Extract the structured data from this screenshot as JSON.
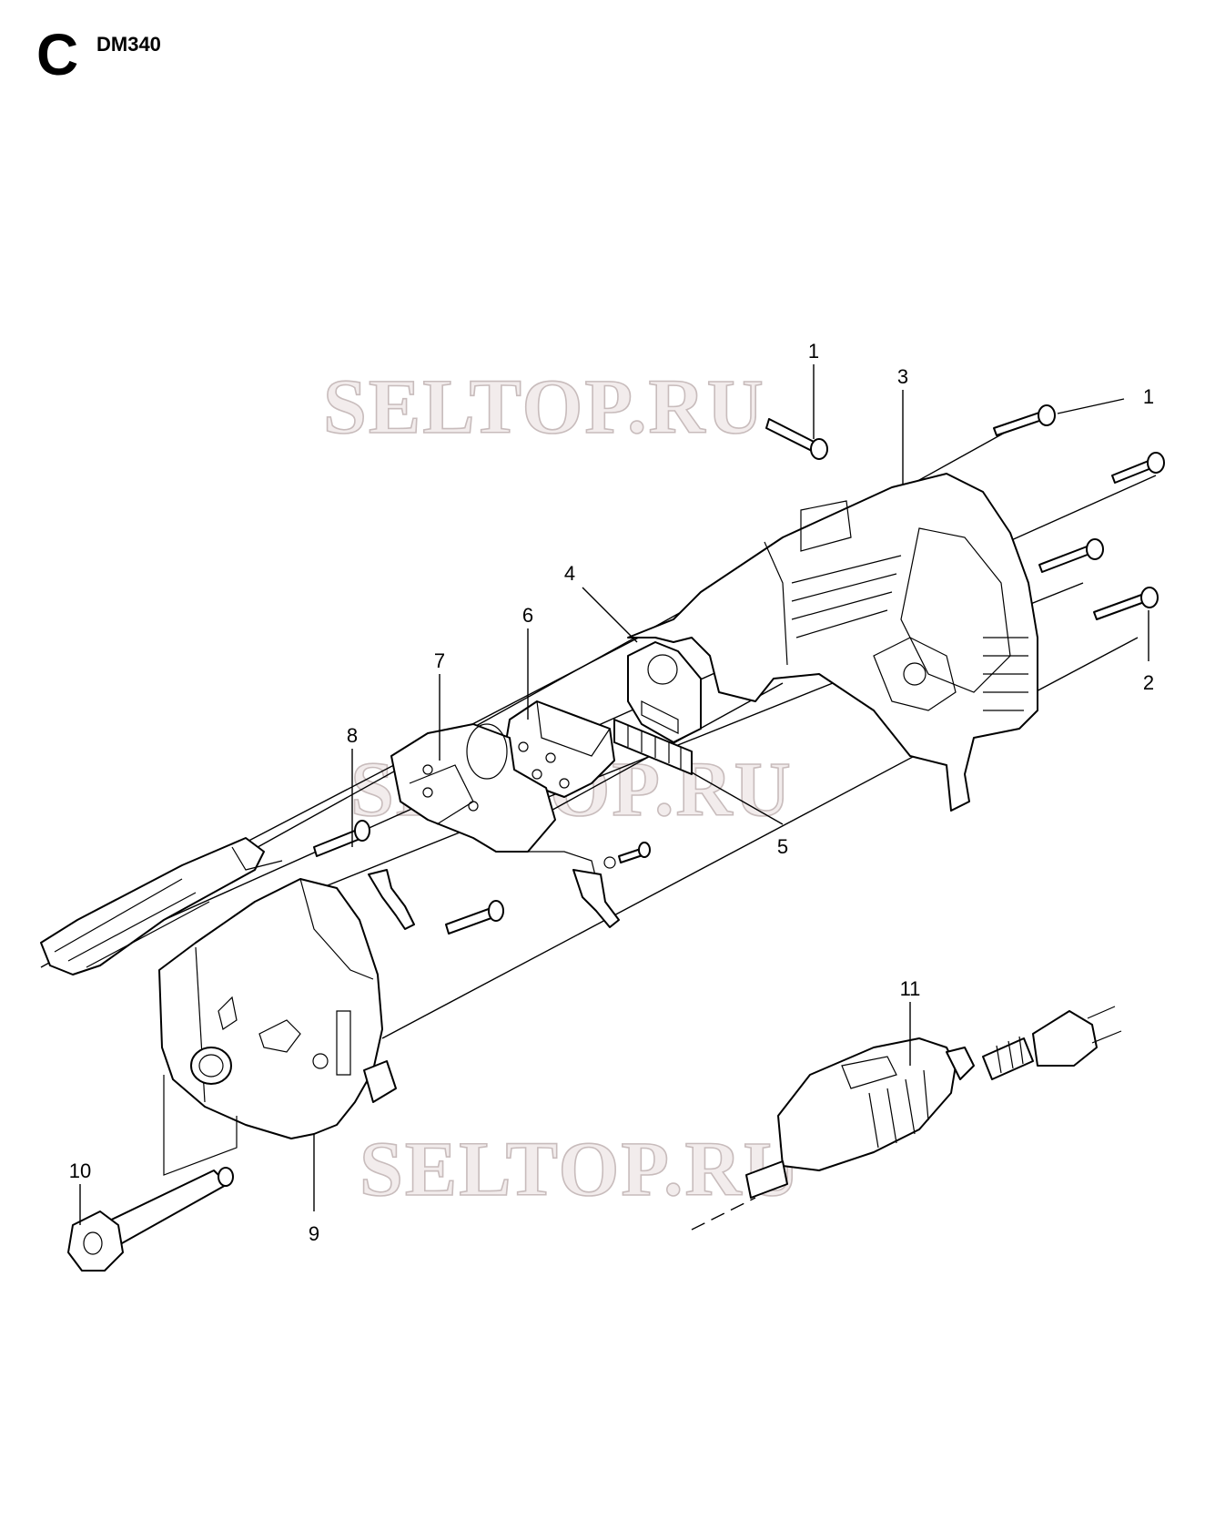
{
  "header": {
    "section_letter": "C",
    "model": "DM340"
  },
  "watermarks": [
    "SELTOP.RU",
    "SELTOP.RU",
    "SELTOP.RU"
  ],
  "callouts": [
    {
      "id": "callout-1-top",
      "label": "1"
    },
    {
      "id": "callout-1-right",
      "label": "1"
    },
    {
      "id": "callout-2",
      "label": "2"
    },
    {
      "id": "callout-3",
      "label": "3"
    },
    {
      "id": "callout-4",
      "label": "4"
    },
    {
      "id": "callout-5",
      "label": "5"
    },
    {
      "id": "callout-6",
      "label": "6"
    },
    {
      "id": "callout-7",
      "label": "7"
    },
    {
      "id": "callout-8",
      "label": "8"
    },
    {
      "id": "callout-9",
      "label": "9"
    },
    {
      "id": "callout-10",
      "label": "10"
    },
    {
      "id": "callout-11",
      "label": "11"
    }
  ]
}
